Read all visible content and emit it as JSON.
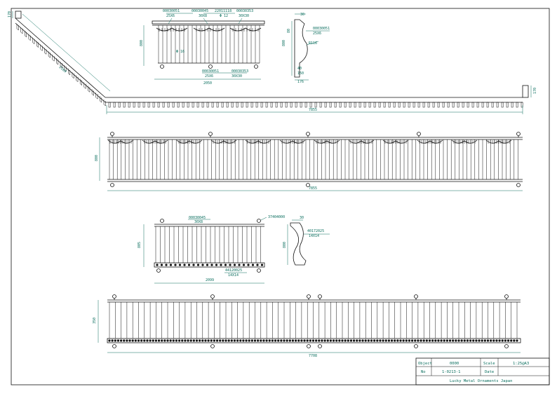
{
  "colors": {
    "line": "#111111",
    "dimension": "#0a6e5e",
    "paper": "#ffffff"
  },
  "ramp": {
    "top_height": "170",
    "length": "2160"
  },
  "straight_run": {
    "end_height": "170",
    "length": "7855"
  },
  "front_detail": {
    "height": "800",
    "width": "2050",
    "callouts": [
      "00030051",
      "25X6",
      "00030045",
      "30X8",
      "22011118",
      "Φ 12",
      "00030353",
      "30X30"
    ],
    "inner_callout": "Φ 16",
    "bottom_callouts": [
      "00030051",
      "25X6",
      "00030353",
      "30X30"
    ]
  },
  "side_profile_top": {
    "top": "30",
    "height": "800",
    "upper": "80",
    "lower": [
      "40",
      "150"
    ],
    "depth": "176",
    "radius": "R116",
    "callouts": [
      "00030051",
      "25X6"
    ]
  },
  "long_elevation": {
    "height": "800",
    "width": "7855"
  },
  "gate_detail": {
    "height": "805",
    "width": "2099",
    "callouts": [
      "00030045",
      "30X8"
    ],
    "top_right": "37404000",
    "bottom_callouts": [
      "44120025",
      "14X14"
    ]
  },
  "side_profile_bottom": {
    "top": "30",
    "height": "800",
    "callouts": [
      "40172025",
      "14X14"
    ]
  },
  "lower_elevation": {
    "height": "350",
    "width": "7708"
  },
  "title_block": {
    "object_label": "Object",
    "object_value": "0000",
    "scale_label": "Scale",
    "scale_value": "1:25@A3",
    "no_label": "No",
    "no_value": "1-0213-1",
    "date_label": "Date",
    "date_value": "",
    "company": "Lucky Metal Ornaments Japan"
  }
}
